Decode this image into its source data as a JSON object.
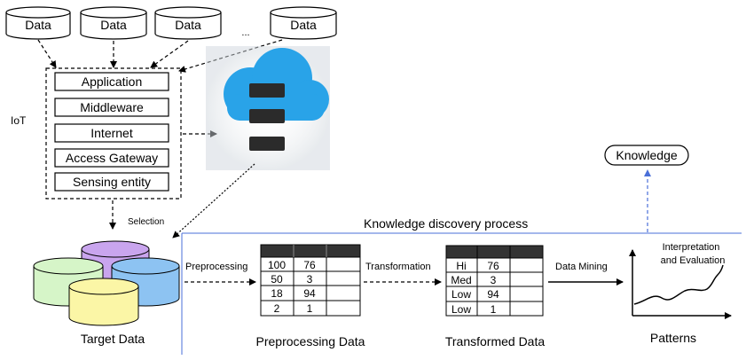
{
  "sources": {
    "items": [
      "Data",
      "Data",
      "Data",
      "Data"
    ],
    "ellipsis": "..."
  },
  "iot": {
    "label": "IoT",
    "layers": [
      "Application",
      "Middleware",
      "Internet",
      "Access Gateway",
      "Sensing entity"
    ]
  },
  "selection_label": "Selection",
  "kdp_label": "Knowledge discovery process",
  "knowledge_label": "Knowledge",
  "target_data_label": "Target Data",
  "steps": {
    "preprocessing": "Preprocessing",
    "transformation": "Transformation",
    "data_mining": "Data Mining",
    "interpretation_line1": "Interpretation",
    "interpretation_line2": "and Evaluation"
  },
  "preprocessing_table": {
    "rows": [
      [
        "100",
        "76",
        ""
      ],
      [
        "50",
        "3",
        ""
      ],
      [
        "18",
        "94",
        ""
      ],
      [
        "2",
        "1",
        ""
      ]
    ]
  },
  "transformed_table": {
    "rows": [
      [
        "Hi",
        "76",
        ""
      ],
      [
        "Med",
        "3",
        ""
      ],
      [
        "Low",
        "94",
        ""
      ],
      [
        "Low",
        "1",
        ""
      ]
    ]
  },
  "captions": {
    "preprocessing_data": "Preprocessing Data",
    "transformed_data": "Transformed Data",
    "patterns": "Patterns"
  },
  "colors": {
    "cloud": "#29A3E8",
    "cylinder_purple": "#C9A5EE",
    "cylinder_green": "#D6F5C8",
    "cylinder_blue": "#8DC3F2",
    "cylinder_yellow": "#FBF6A6",
    "table_header": "#333333",
    "kdp_line": "#4A6FD8"
  }
}
